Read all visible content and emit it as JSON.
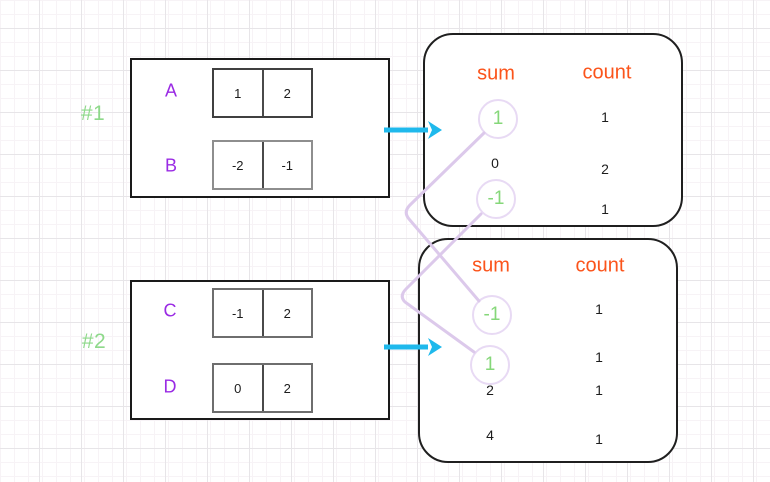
{
  "groups": [
    {
      "label": "#1",
      "arrays": [
        {
          "name": "A",
          "cells": [
            "1",
            "2"
          ]
        },
        {
          "name": "B",
          "cells": [
            "-2",
            "-1"
          ]
        }
      ],
      "result": {
        "sum_header": "sum",
        "count_header": "count",
        "rows": [
          {
            "sum": "1",
            "count": "1",
            "circled": true
          },
          {
            "sum": "0",
            "count": "2",
            "circled": false
          },
          {
            "sum": "-1",
            "count": "1",
            "circled": true
          }
        ]
      }
    },
    {
      "label": "#2",
      "arrays": [
        {
          "name": "C",
          "cells": [
            "-1",
            "2"
          ]
        },
        {
          "name": "D",
          "cells": [
            "0",
            "2"
          ]
        }
      ],
      "result": {
        "sum_header": "sum",
        "count_header": "count",
        "rows": [
          {
            "sum": "-1",
            "count": "1",
            "circled": true
          },
          {
            "sum": "1",
            "count": "1",
            "circled": true
          },
          {
            "sum": "2",
            "count": "1",
            "circled": false
          },
          {
            "sum": "4",
            "count": "1",
            "circled": false
          }
        ]
      }
    }
  ],
  "connections": [
    {
      "from": "group1 sum 1",
      "to": "group2 sum -1"
    },
    {
      "from": "group1 sum -1",
      "to": "group2 sum 1"
    }
  ],
  "colors": {
    "group_label_green": "#8ed98a",
    "array_name_purple": "#9a2be4",
    "header_orange": "#fb541b",
    "circled_sum_green": "#85d779",
    "arrow_cyan": "#1fb9ec",
    "connector_lavender": "#dcc9eb",
    "circle_stroke_lavender": "#e8daf4"
  }
}
